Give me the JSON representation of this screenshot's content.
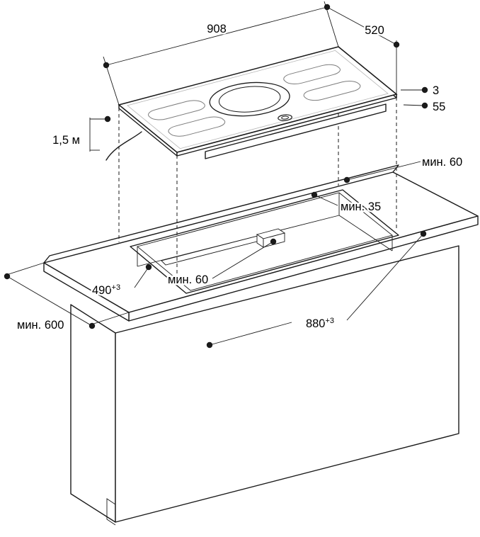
{
  "colors": {
    "line": "#1a1a1a",
    "background": "#ffffff"
  },
  "dims": {
    "hob_width": "908",
    "hob_depth": "520",
    "glass_thickness": "3",
    "hob_body_height": "55",
    "cable_length": "1,5 м",
    "rear_wall_clearance": "мин. 60",
    "cutout_rear_clearance": "мин. 35",
    "under_hob_clearance": "мин. 60",
    "cutout_depth": "490",
    "cutout_depth_tolerance": "+3",
    "cutout_width": "880",
    "cutout_width_tolerance": "+3",
    "worktop_depth": "мин. 600"
  }
}
